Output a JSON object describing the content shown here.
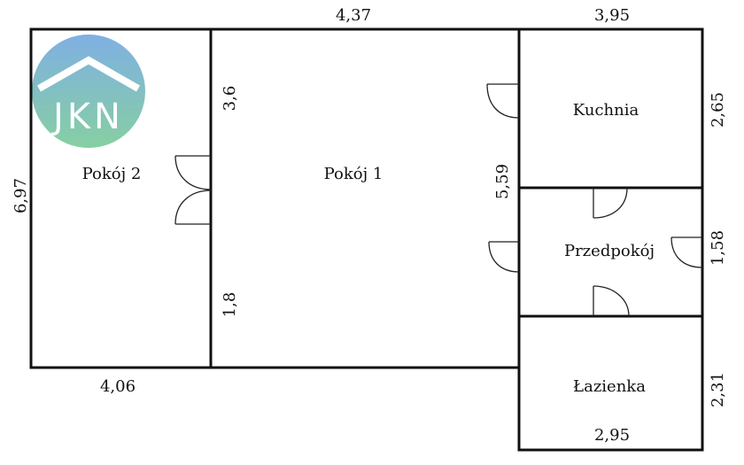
{
  "logo": {
    "text": "JKN",
    "colors": {
      "top": "#7fb0e3",
      "bottom": "#86cfa2",
      "mark": "#ffffff"
    }
  },
  "rooms": {
    "pokoj2": "Pokój 2",
    "pokoj1": "Pokój 1",
    "kuchnia": "Kuchnia",
    "przedpokoj": "Przedpokój",
    "lazienka": "Łazienka"
  },
  "dimensions": {
    "top_pokoj1_width": "4,37",
    "top_kuchnia_width": "3,95",
    "left_height": "6,97",
    "bottom_pokoj2_width": "4,06",
    "wall_upper_segment": "3,6",
    "wall_lower_segment": "1,8",
    "pokoj1_right_wall": "5,59",
    "right_kuchnia": "2,65",
    "right_przedpokoj": "1,58",
    "right_lazienka": "2,31",
    "bottom_lazienka_width": "2,95"
  },
  "colors": {
    "wall": "#111111",
    "background": "#ffffff"
  }
}
